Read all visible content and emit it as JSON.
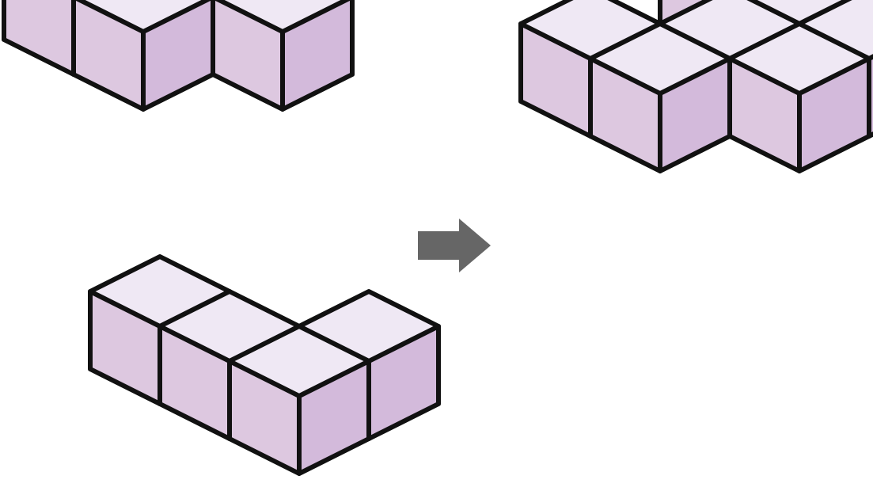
{
  "colors": {
    "top_face": "#efe8f4",
    "left_face": "#ddc8e0",
    "right_face": "#d3badb",
    "outline": "#111111",
    "arrow": "#666666",
    "background": "#ffffff"
  },
  "pieces": [
    {
      "name": "piece-a-zigzag",
      "cubes": [
        [
          0,
          0,
          0
        ],
        [
          1,
          0,
          0
        ],
        [
          1,
          1,
          0
        ],
        [
          2,
          1,
          0
        ]
      ]
    },
    {
      "name": "piece-b-l-shape",
      "cubes": [
        [
          0,
          0,
          0
        ],
        [
          1,
          0,
          0
        ],
        [
          2,
          0,
          0
        ],
        [
          2,
          1,
          0
        ]
      ]
    },
    {
      "name": "result-combined-shape",
      "cubes": [
        [
          0,
          0,
          0
        ],
        [
          1,
          0,
          0
        ],
        [
          1,
          1,
          0
        ],
        [
          2,
          1,
          0
        ],
        [
          0,
          2,
          0
        ],
        [
          1,
          2,
          0
        ],
        [
          2,
          2,
          0
        ],
        [
          2,
          3,
          0
        ]
      ]
    }
  ],
  "arrow": {
    "icon": "right-arrow-icon",
    "direction": "right"
  }
}
